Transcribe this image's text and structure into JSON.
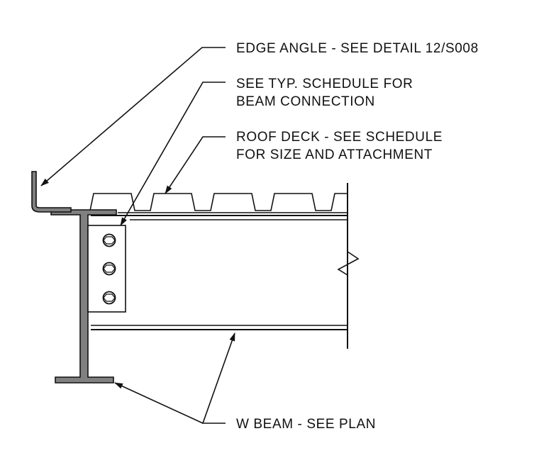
{
  "callouts": {
    "edge_angle": "EDGE ANGLE - SEE DETAIL 12/S008",
    "beam_connection_line1": "SEE TYP. SCHEDULE FOR",
    "beam_connection_line2": "BEAM CONNECTION",
    "roof_deck_line1": "ROOF DECK - SEE SCHEDULE",
    "roof_deck_line2": "FOR SIZE AND ATTACHMENT",
    "w_beam": "W BEAM - SEE PLAN"
  },
  "colors": {
    "linework": "#111111",
    "steel_fill": "#808080",
    "background": "#ffffff"
  }
}
